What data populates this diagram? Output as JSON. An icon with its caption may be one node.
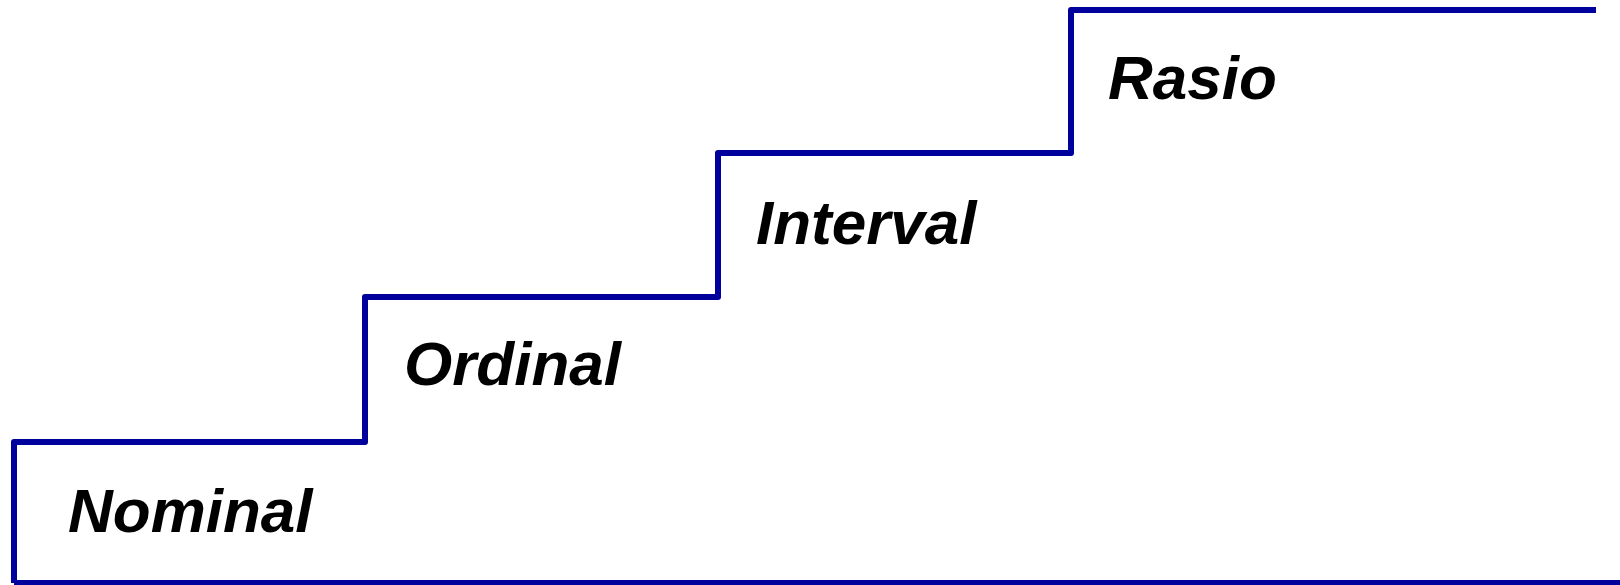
{
  "diagram": {
    "labels": [
      "Nominal",
      "Ordinal",
      "Interval",
      "Rasio"
    ]
  }
}
